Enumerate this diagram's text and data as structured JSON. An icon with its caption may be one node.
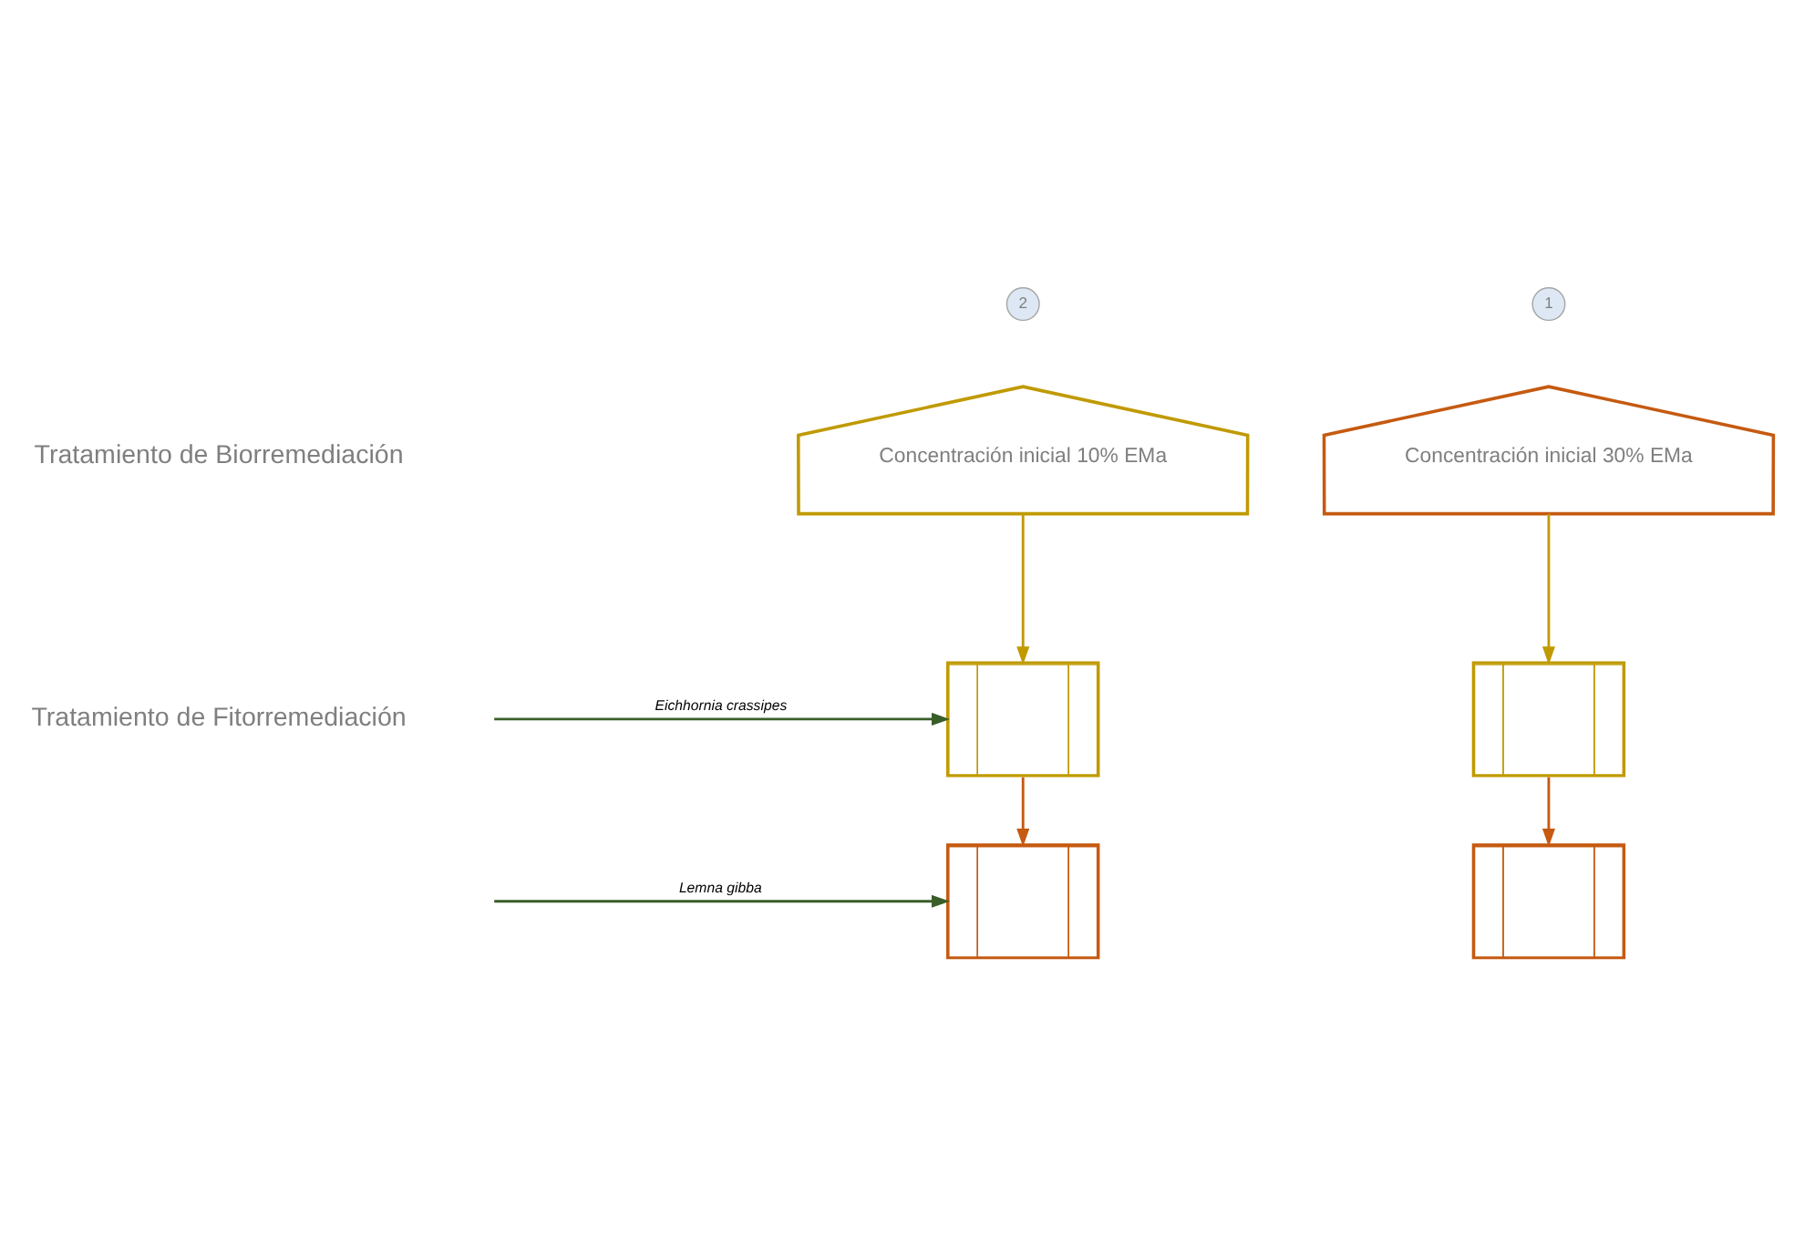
{
  "diagram": {
    "nodes": [
      {
        "text": [
          "2"
        ]
      },
      {
        "text": [
          "Concentración inicial 10% EMa"
        ]
      },
      {
        "text": [
          "1"
        ]
      },
      {
        "text": [
          "Concentración inicial 30% EMa"
        ]
      },
      {
        "text": [],
        "shape": "box"
      },
      {
        "text": [],
        "shape": "box"
      },
      {
        "text": [],
        "shape": "box"
      },
      {
        "text": [],
        "shape": "box"
      }
    ],
    "edges": [
      {
        "from": 1,
        "to": 4,
        "arrow": "to",
        "color": "#c09a00"
      },
      {
        "from": 3,
        "to": 5,
        "arrow": "to",
        "color": "#c09a00"
      },
      {
        "from": null,
        "to": 4,
        "arrow": "to",
        "color": "#3a5e2a",
        "label": "Eichhornia crassipes"
      },
      {
        "from": 4,
        "to": 6,
        "arrow": "to",
        "color": "#c55a11"
      },
      {
        "from": 5,
        "to": 7,
        "arrow": "to",
        "color": "#c55a11"
      },
      {
        "from": null,
        "to": 6,
        "arrow": "to",
        "color": "#3a5e2a",
        "label": "Lemna gibba"
      }
    ],
    "labels": [
      "Tratamiento de Biorremediación",
      "Tratamiento de Fitorremediación"
    ]
  }
}
